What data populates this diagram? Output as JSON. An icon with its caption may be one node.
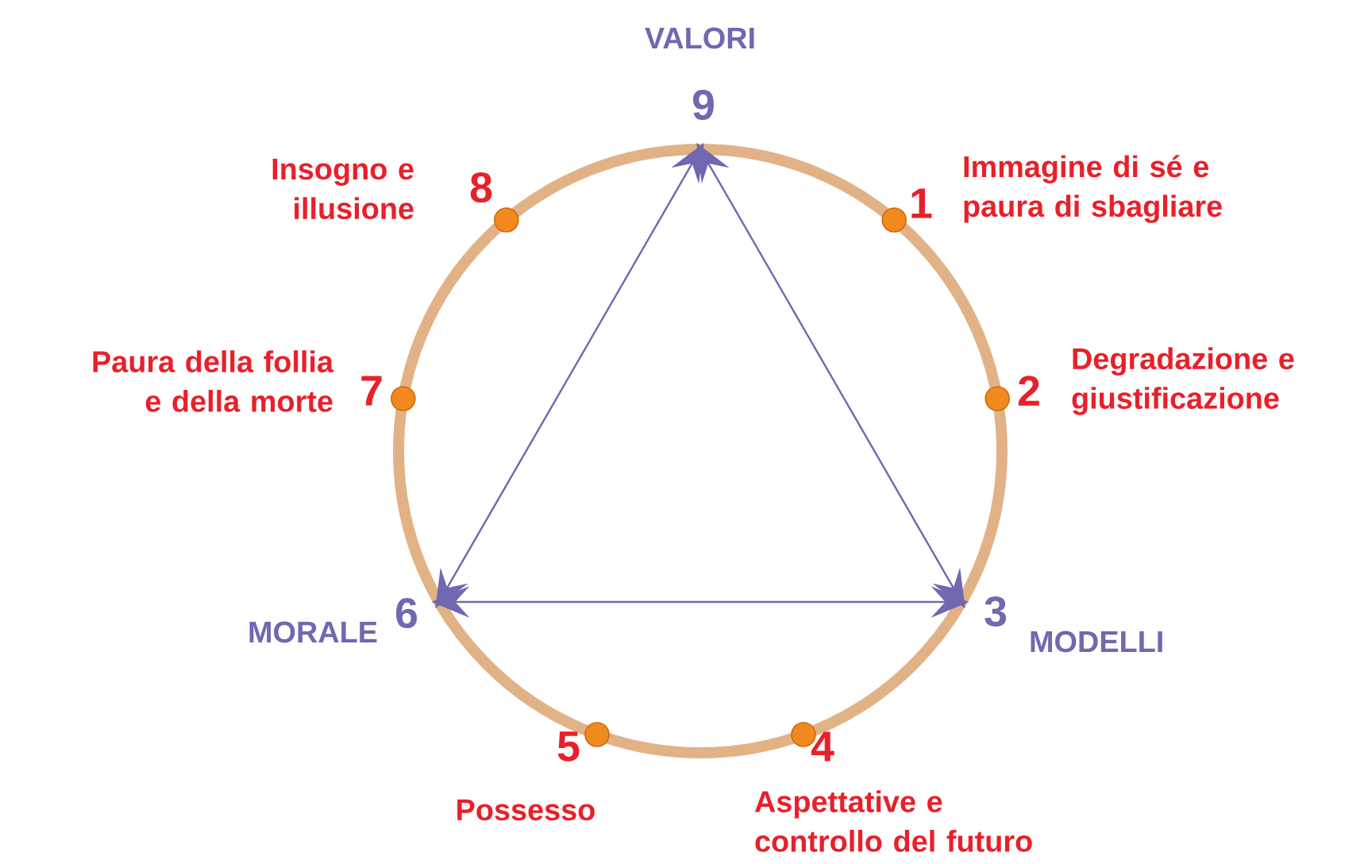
{
  "diagram": {
    "nodes": [
      {
        "text": [
          "VALORI",
          "9"
        ]
      },
      {
        "text": [
          "1",
          "Immagine di sé e paura di sbagliare"
        ]
      },
      {
        "text": [
          "2",
          "Degradazione e giustificazione"
        ]
      },
      {
        "text": [
          "3",
          "MODELLI"
        ]
      },
      {
        "text": [
          "4",
          "Aspettative e controllo del futuro"
        ]
      },
      {
        "text": [
          "5",
          "Possesso"
        ]
      },
      {
        "text": [
          "MORALE",
          "6"
        ]
      },
      {
        "text": [
          "Paura della follia e della morte",
          "7"
        ]
      },
      {
        "text": [
          "Insogno e illusione",
          "8"
        ]
      }
    ],
    "edges": [
      {
        "from": 6,
        "to": 0,
        "arrow": "both"
      },
      {
        "from": 0,
        "to": 3,
        "arrow": "both"
      },
      {
        "from": 6,
        "to": 3,
        "arrow": "both"
      }
    ]
  }
}
